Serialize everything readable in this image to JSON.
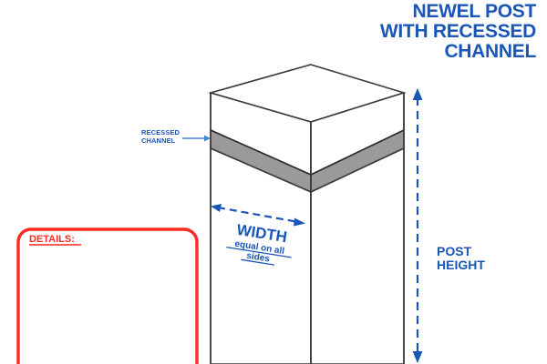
{
  "document": {
    "title_lines": [
      "NEWEL POST",
      "WITH RECESSED",
      "CHANNEL"
    ],
    "title_color": "#1a56b8"
  },
  "annotations": {
    "recessed_channel": {
      "line1": "RECESSED",
      "line2": "CHANNEL",
      "icon": "leader-arrow-right-icon"
    },
    "width": {
      "label": "WIDTH",
      "sublabel_line1": "equal on all",
      "sublabel_line2": "sides",
      "icon": "double-arrow-dashed-icon"
    },
    "post_height": {
      "line1": "POST",
      "line2": "HEIGHT",
      "icon": "vertical-double-arrow-dashed-icon"
    }
  },
  "details_panel": {
    "heading": "DETAILS:",
    "border_color": "#ff2a23",
    "body_text": ""
  },
  "drawing": {
    "post_cap_fill": "#ffffff",
    "channel_fill": "#9a9a9a",
    "outline_color": "#3a3a3a"
  }
}
